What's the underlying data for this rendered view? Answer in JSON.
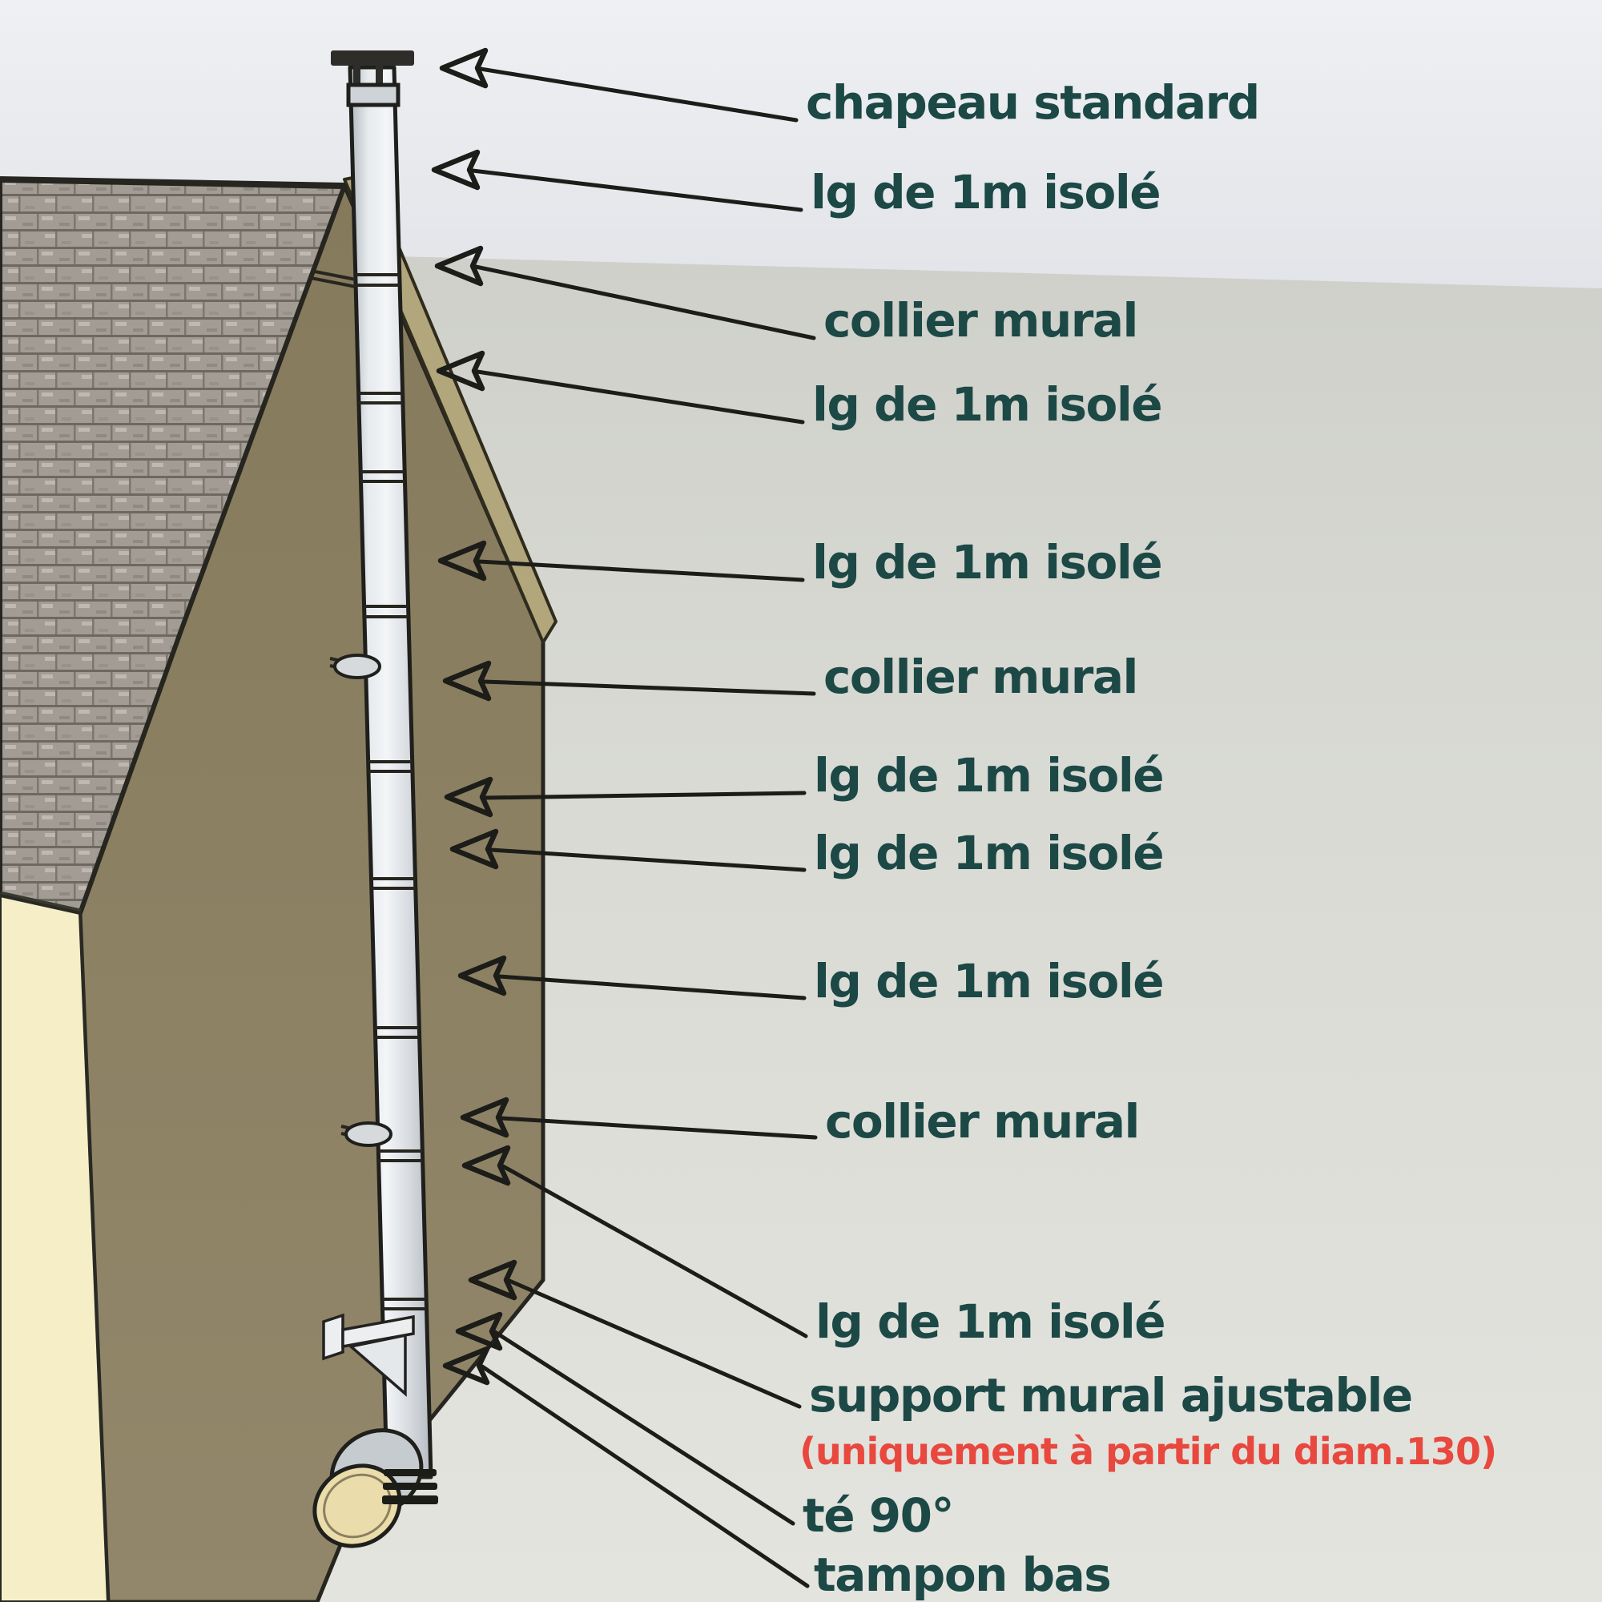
{
  "diagram": {
    "title_hint": "exterior insulated chimney flue installation diagram",
    "language": "fr",
    "labels": [
      {
        "id": "chapeau-standard",
        "text": "chapeau standard"
      },
      {
        "id": "lg-de-1m-isole-1",
        "text": "lg de 1m isolé"
      },
      {
        "id": "collier-mural-1",
        "text": "collier mural"
      },
      {
        "id": "lg-de-1m-isole-2",
        "text": "lg de 1m isolé"
      },
      {
        "id": "lg-de-1m-isole-3",
        "text": "lg de 1m isolé"
      },
      {
        "id": "collier-mural-2",
        "text": "collier mural"
      },
      {
        "id": "lg-de-1m-isole-4",
        "text": "lg de 1m isolé"
      },
      {
        "id": "lg-de-1m-isole-5",
        "text": "lg de 1m isolé"
      },
      {
        "id": "lg-de-1m-isole-6",
        "text": "lg de 1m isolé"
      },
      {
        "id": "collier-mural-3",
        "text": "collier mural"
      },
      {
        "id": "lg-de-1m-isole-7",
        "text": "lg de 1m isolé"
      },
      {
        "id": "support-mural",
        "text": "support mural ajustable",
        "note": "(uniquement à partir du diam.130)"
      },
      {
        "id": "te-90",
        "text": "té 90°"
      },
      {
        "id": "tampon-bas",
        "text": "tampon bas"
      }
    ],
    "arrow_glyph": "left-open-triangle",
    "colors": {
      "label_teal": "#1c4846",
      "note_red": "#e8483e",
      "line_dark": "#1c1c19",
      "sky": "#e9ebef",
      "ground": "#d6d7d1",
      "gable_wall": "#8b7f63",
      "roof_verge_band": "#b2a67c",
      "roof_shingle": "#a29c94",
      "front_wall_cream": "#f6eec6",
      "pipe_light": "#eef1f3",
      "tee_opening_beige": "#eadcab"
    }
  }
}
